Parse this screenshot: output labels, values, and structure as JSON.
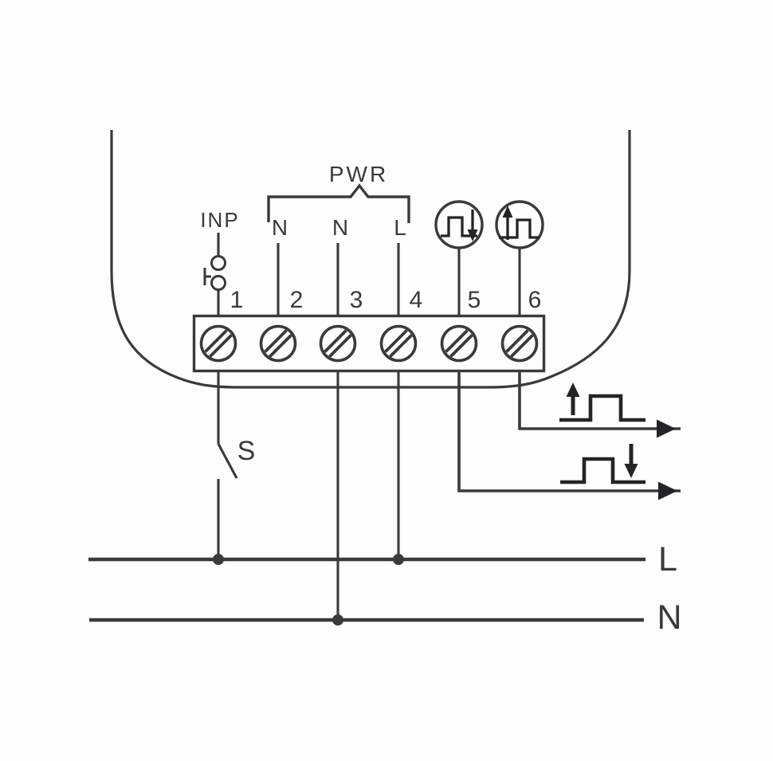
{
  "diagram": {
    "device": {
      "input_label": "INP",
      "power_label": "PWR",
      "terminals": [
        {
          "number": "1"
        },
        {
          "number": "2",
          "label": "N"
        },
        {
          "number": "3",
          "label": "N"
        },
        {
          "number": "4",
          "label": "L"
        },
        {
          "number": "5"
        },
        {
          "number": "6"
        }
      ]
    },
    "switch_label": "S",
    "mains": {
      "line_label": "L",
      "neutral_label": "N"
    },
    "icons": {
      "push_button": "push-button-icon",
      "terminal5_function": "pulse-then-falling-arrow-icon",
      "terminal6_function": "rising-arrow-then-pulse-icon",
      "output_top_waveform": "rising-edge-pulse-waveform-icon",
      "output_bottom_waveform": "falling-edge-pulse-waveform-icon",
      "output_arrow": "right-arrowhead-icon",
      "screw": "screw-terminal-icon"
    },
    "colors": {
      "line": "#3a3a3c",
      "bold": "#242426",
      "background": "#fdfdfd"
    }
  }
}
